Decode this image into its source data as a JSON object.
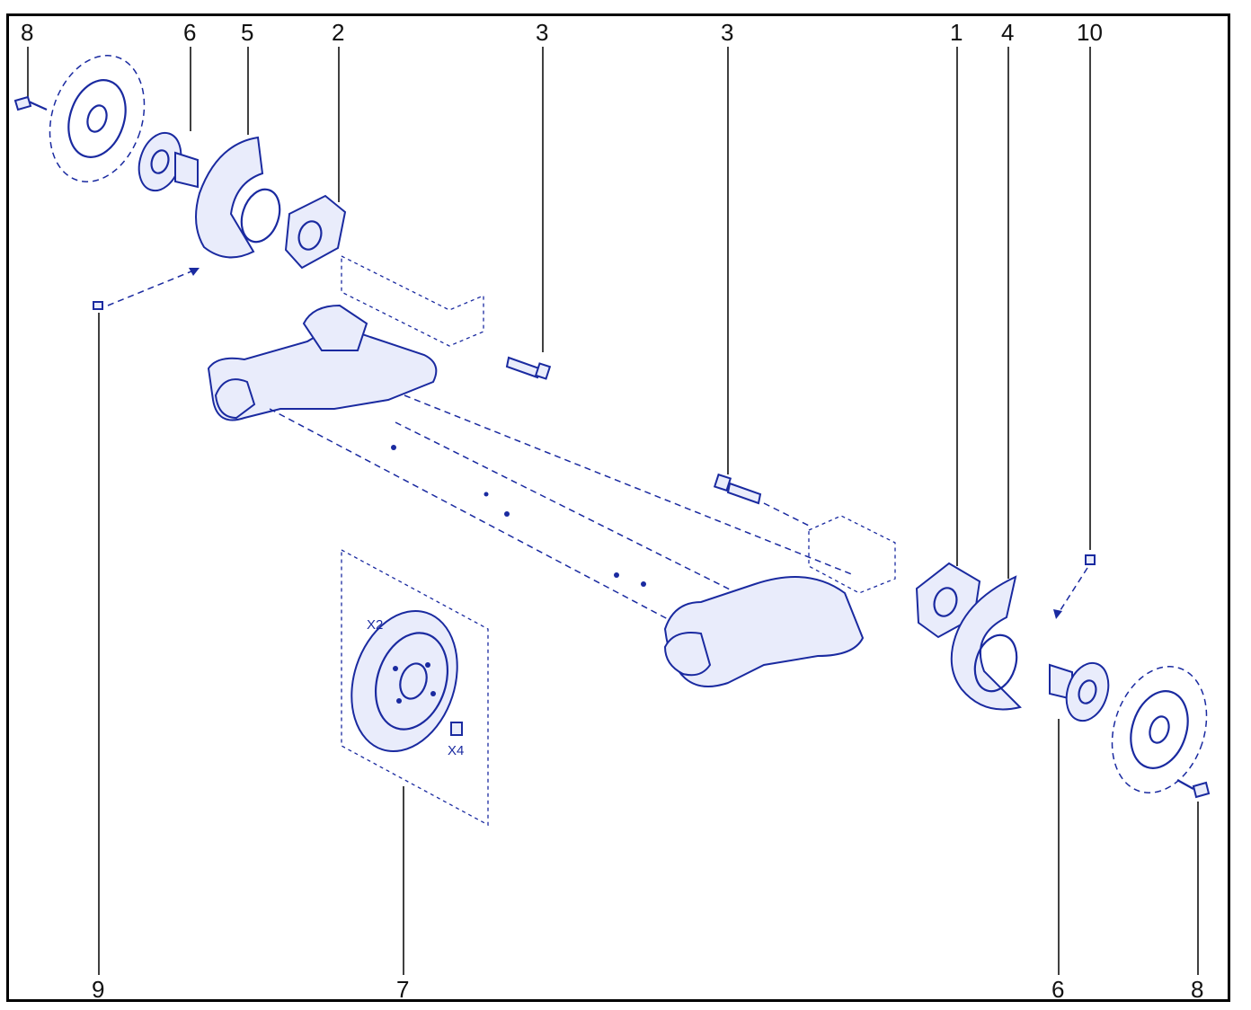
{
  "colors": {
    "line_art": "#1a2aa0",
    "callout": "#111111",
    "frame": "#000000"
  },
  "callouts": [
    {
      "label": "8"
    },
    {
      "label": "6"
    },
    {
      "label": "5"
    },
    {
      "label": "2"
    },
    {
      "label": "3"
    },
    {
      "label": "3"
    },
    {
      "label": "1"
    },
    {
      "label": "4"
    },
    {
      "label": "10"
    },
    {
      "label": "9"
    },
    {
      "label": "7"
    },
    {
      "label": "6"
    },
    {
      "label": "8"
    }
  ],
  "kit_labels": {
    "disc_qty": "X2",
    "screw_qty": "X4"
  }
}
